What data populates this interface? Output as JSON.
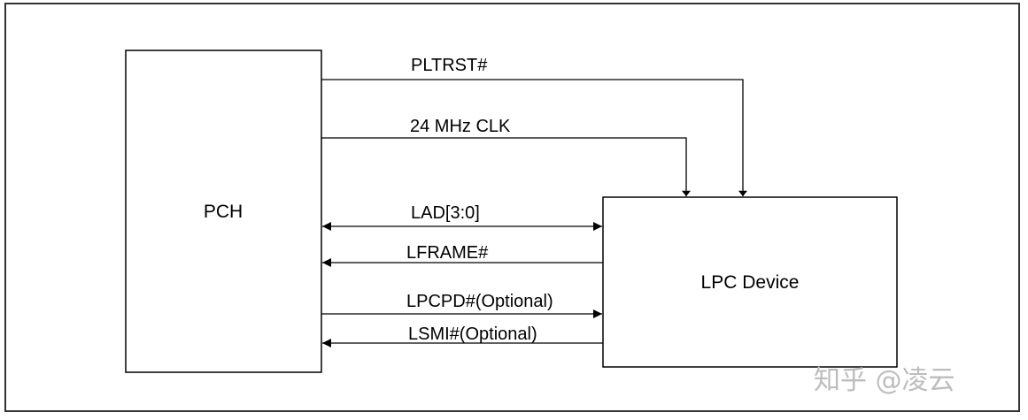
{
  "blocks": {
    "pch": "PCH",
    "lpc_device": "LPC Device"
  },
  "signals": {
    "pltrst": "PLTRST#",
    "clk": "24 MHz CLK",
    "lad": "LAD[3:0]",
    "lframe": "LFRAME#",
    "lpcpd": "LPCPD#(Optional)",
    "lsmi": "LSMI#(Optional)"
  },
  "watermark": "知乎 @凌云"
}
